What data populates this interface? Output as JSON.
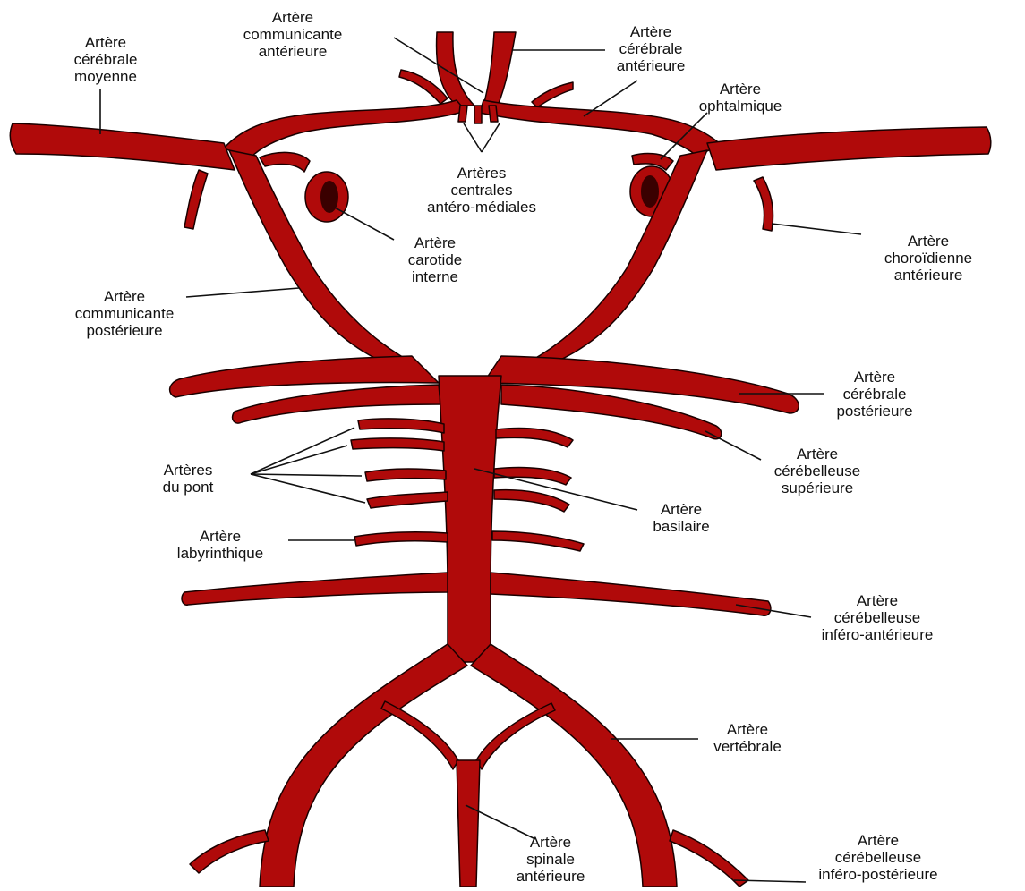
{
  "colors": {
    "vessel": "#b00a0a",
    "outline": "#1a0000",
    "lumen": "#3a0000",
    "leader": "#111111"
  },
  "labels": {
    "cerebrale_moyenne": [
      "Artère",
      "cérébrale",
      "moyenne"
    ],
    "communicante_anterieure": [
      "Artère",
      "communicante",
      "antérieure"
    ],
    "cerebrale_anterieure": [
      "Artère",
      "cérébrale",
      "antérieure"
    ],
    "ophtalmique": [
      "Artère",
      "ophtalmique"
    ],
    "centrales_antero_mediales": [
      "Artères",
      "centrales",
      "antéro-médiales"
    ],
    "carotide_interne": [
      "Artère",
      "carotide",
      "interne"
    ],
    "choroidienne_anterieure": [
      "Artère",
      "choroïdienne",
      "antérieure"
    ],
    "communicante_posterieure": [
      "Artère",
      "communicante",
      "postérieure"
    ],
    "cerebrale_posterieure": [
      "Artère",
      "cérébrale",
      "postérieure"
    ],
    "cerebelleuse_superieure": [
      "Artère",
      "cérébelleuse",
      "supérieure"
    ],
    "arteres_du_pont": [
      "Artères",
      "du pont"
    ],
    "basilaire": [
      "Artère",
      "basilaire"
    ],
    "labyrinthique": [
      "Artère",
      "labyrinthique"
    ],
    "cerebelleuse_infero_anterieure": [
      "Artère",
      "cérébelleuse",
      "inféro-antérieure"
    ],
    "vertebrale": [
      "Artère",
      "vertébrale"
    ],
    "spinale_anterieure": [
      "Artère",
      "spinale",
      "antérieure"
    ],
    "cerebelleuse_infero_posterieure": [
      "Artère",
      "cérébelleuse",
      "inféro-postérieure"
    ]
  }
}
